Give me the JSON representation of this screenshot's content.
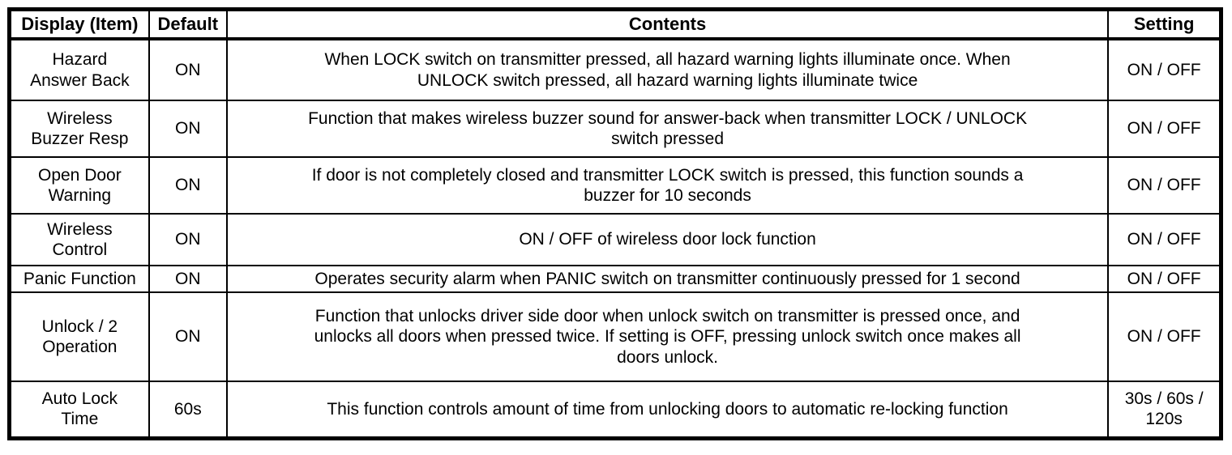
{
  "table": {
    "headers": [
      "Display (Item)",
      "Default",
      "Contents",
      "Setting"
    ],
    "rows": [
      {
        "item": "Hazard\nAnswer Back",
        "default": "ON",
        "contents": "When LOCK switch on transmitter pressed, all hazard warning lights illuminate once. When\nUNLOCK switch pressed, all hazard warning lights illuminate twice",
        "setting": "ON / OFF"
      },
      {
        "item": "Wireless\nBuzzer Resp",
        "default": "ON",
        "contents": "Function that makes wireless buzzer sound for answer-back when transmitter LOCK / UNLOCK\nswitch pressed",
        "setting": "ON / OFF"
      },
      {
        "item": "Open Door\nWarning",
        "default": "ON",
        "contents": "If door is not completely closed and transmitter LOCK switch is pressed, this function sounds a\nbuzzer for 10 seconds",
        "setting": "ON / OFF"
      },
      {
        "item": "Wireless\nControl",
        "default": "ON",
        "contents": "ON / OFF of wireless door lock function",
        "setting": "ON / OFF"
      },
      {
        "item": "Panic Function",
        "default": "ON",
        "contents": "Operates security alarm when PANIC switch on transmitter continuously pressed for 1 second",
        "setting": "ON / OFF"
      },
      {
        "item": "Unlock / 2\nOperation",
        "default": "ON",
        "contents": "Function that unlocks driver side door when unlock switch on transmitter is pressed once, and\nunlocks all doors when pressed twice. If setting is OFF, pressing unlock switch once makes all\ndoors unlock.",
        "setting": "ON / OFF"
      },
      {
        "item": "Auto Lock\nTime",
        "default": "60s",
        "contents": "This function controls amount of time from unlocking doors to automatic re-locking function",
        "setting": "30s / 60s /\n120s"
      }
    ]
  }
}
